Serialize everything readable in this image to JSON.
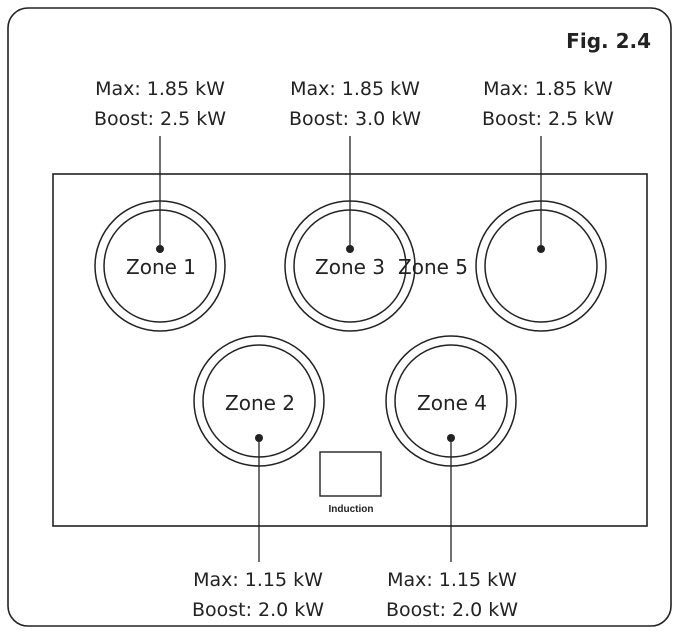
{
  "figure": {
    "label": "Fig. 2.4"
  },
  "zones": [
    {
      "id": "zone-1",
      "label": "Zone 1",
      "max": "Max: 1.85 kW",
      "boost": "Boost: 2.5 kW"
    },
    {
      "id": "zone-3",
      "label": "Zone 3",
      "max": "Max: 1.85 kW",
      "boost": "Boost: 3.0 kW"
    },
    {
      "id": "zone-5",
      "label": "Zone 5",
      "max": "Max: 1.85 kW",
      "boost": "Boost: 2.5 kW"
    },
    {
      "id": "zone-2",
      "label": "Zone 2",
      "max": "Max: 1.15 kW",
      "boost": "Boost: 2.0 kW"
    },
    {
      "id": "zone-4",
      "label": "Zone 4",
      "max": "Max: 1.15 kW",
      "boost": "Boost: 2.0 kW"
    }
  ],
  "control_panel": {
    "label": "Induction"
  },
  "colors": {
    "stroke": "#222222",
    "background": "#ffffff"
  }
}
